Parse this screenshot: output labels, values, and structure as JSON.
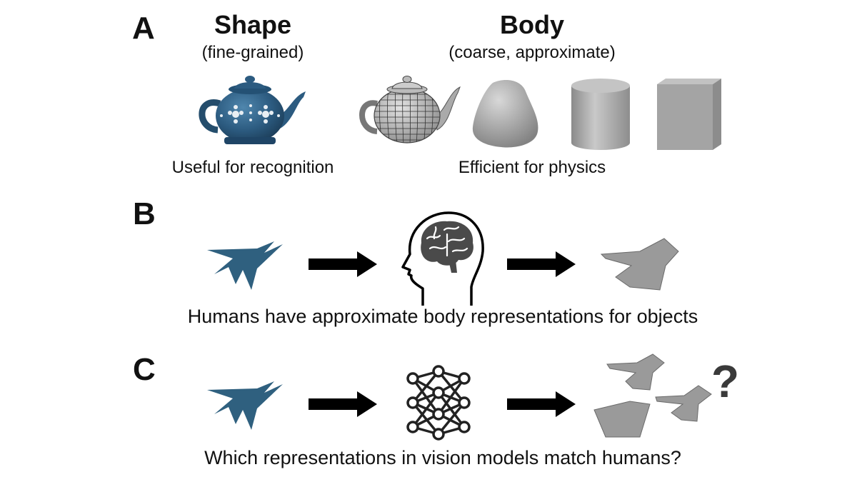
{
  "panel_a": {
    "letter": "A",
    "shape_title": "Shape",
    "shape_subtitle": "(fine-grained)",
    "shape_caption": "Useful for recognition",
    "body_title": "Body",
    "body_subtitle": "(coarse, approximate)",
    "body_caption": "Efficient for physics"
  },
  "panel_b": {
    "letter": "B",
    "caption": "Humans have approximate body representations for objects"
  },
  "panel_c": {
    "letter": "C",
    "caption": "Which representations in vision models match humans?",
    "question_mark": "?"
  },
  "colors": {
    "object_blue": "#2f607f",
    "teapot_blue": "#2c5b80",
    "gray_shape": "#9a9a9a",
    "gray_stroke": "#6a6a6a",
    "arrow_black": "#000000",
    "brain_gray": "#4a4a4a"
  },
  "icons": [
    "teapot-icon",
    "wireframe-teapot-icon",
    "blob-icon",
    "cylinder-icon",
    "cube-icon",
    "brain-head-icon",
    "neural-network-icon",
    "arrow-right-icon"
  ]
}
